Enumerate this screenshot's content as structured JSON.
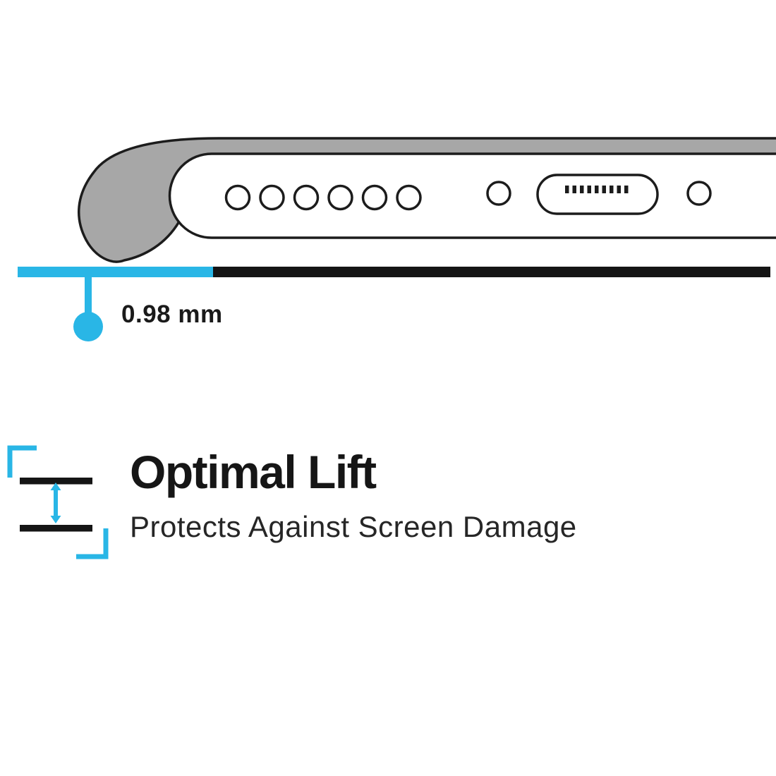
{
  "colors": {
    "accent": "#29b6e6",
    "ink": "#151515",
    "case_gray": "#a7a7a7",
    "outline": "#1c1c1c",
    "white": "#ffffff"
  },
  "measurement": {
    "label": "0.98 mm"
  },
  "feature": {
    "title": "Optimal Lift",
    "subtitle": "Protects Against Screen Damage"
  },
  "icons": {
    "lift_indicator": "double-headed-arrow-between-two-surfaces"
  }
}
